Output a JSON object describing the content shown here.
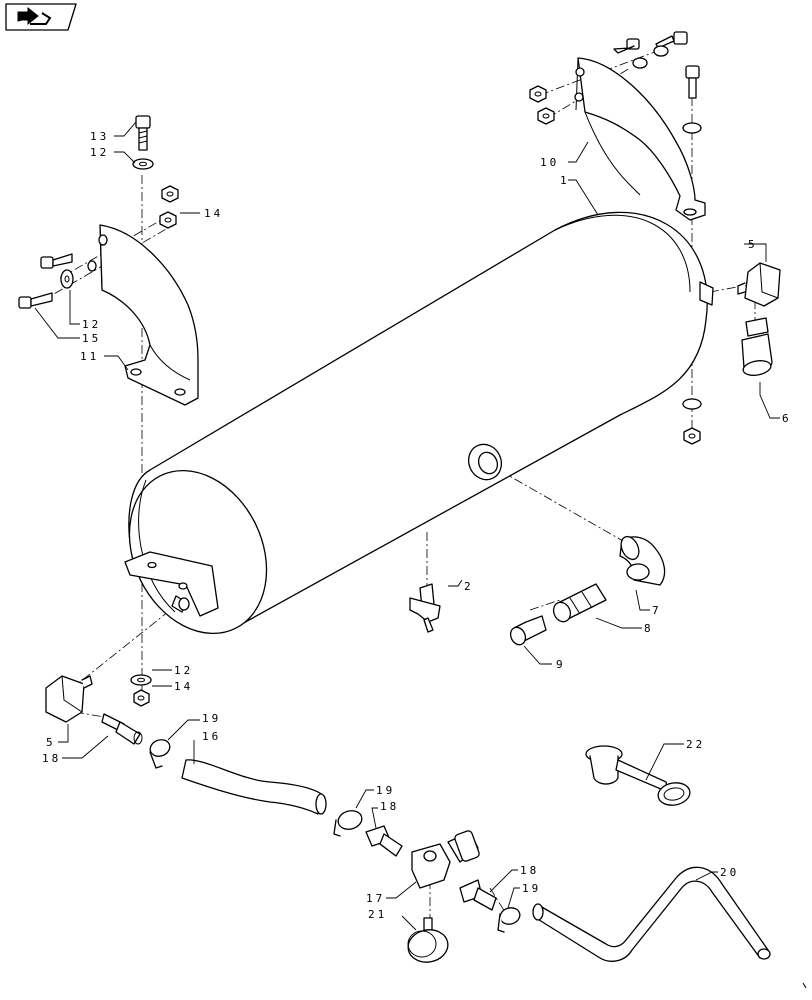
{
  "nav_icon": "arrow-next-icon",
  "callouts": {
    "c1": "1",
    "c2": "2",
    "c5a": "5",
    "c5b": "5",
    "c6": "6",
    "c7": "7",
    "c8": "8",
    "c9": "9",
    "c10": "10",
    "c11": "11",
    "c12a": "12",
    "c12b": "12",
    "c12c": "12",
    "c13": "13",
    "c14a": "14",
    "c14b": "14",
    "c15": "15",
    "c16": "16",
    "c17": "17",
    "c18a": "18",
    "c18b": "18",
    "c18c": "18",
    "c19a": "19",
    "c19b": "19",
    "c19c": "19",
    "c20": "20",
    "c21": "21",
    "c22": "22"
  }
}
